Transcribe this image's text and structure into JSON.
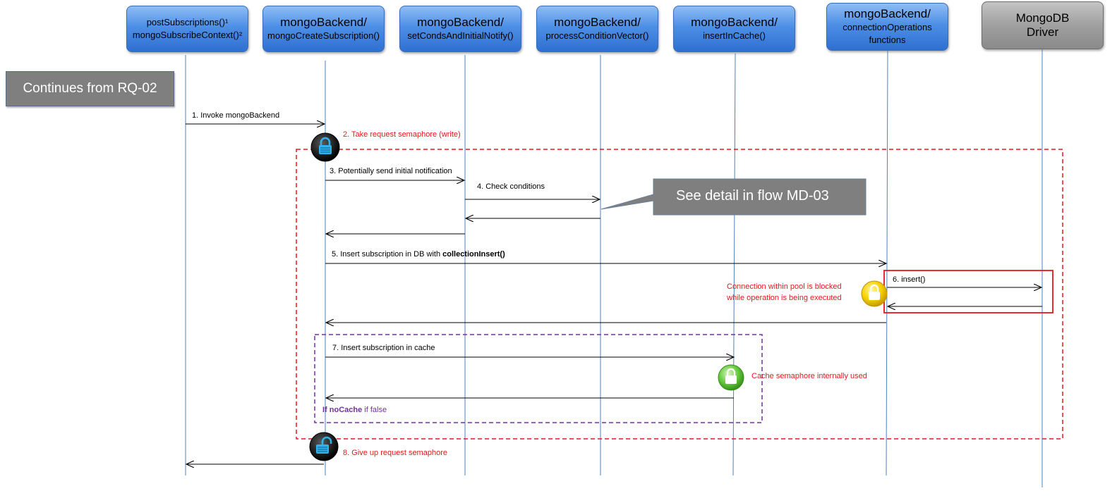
{
  "actors": [
    {
      "line1": "postSubscriptions()¹",
      "line2": "mongoSubscribeContext()²"
    },
    {
      "line1": "mongoBackend/",
      "line2": "mongoCreateSubscription()"
    },
    {
      "line1": "mongoBackend/",
      "line2": "setCondsAndInitialNotify()"
    },
    {
      "line1": "mongoBackend/",
      "line2": "processConditionVector()"
    },
    {
      "line1": "mongoBackend/",
      "line2": "insertInCache()"
    },
    {
      "line1": "mongoBackend/",
      "line2": "connectionOperations",
      "line3": "functions"
    },
    {
      "line1": "MongoDB",
      "line2": "Driver"
    }
  ],
  "continues_from": "Continues from RQ-02",
  "callout": "See detail in flow MD-03",
  "steps": {
    "s1": "1. Invoke mongoBackend",
    "s2": "2. Take request semaphore (write)",
    "s3": "3. Potentially send initial notification",
    "s4": "4. Check conditions",
    "s5_prefix": "5. Insert subscription in DB with ",
    "s5_bold": "collectionInsert()",
    "s6": "6. insert()",
    "s7": "7. Insert subscription in cache",
    "s8": "8. Give up request semaphore"
  },
  "notes": {
    "pool_line1": "Connection within pool is blocked",
    "pool_line2": "while operation is being executed",
    "cache": "Cache semaphore internally used",
    "nocache_bold": "If noCache",
    "nocache_rest": " if false"
  },
  "colors": {
    "lifeline": "#4f81bd",
    "red": "#e8161b",
    "purple": "#7030a0",
    "callout": "#7f7f7f"
  }
}
